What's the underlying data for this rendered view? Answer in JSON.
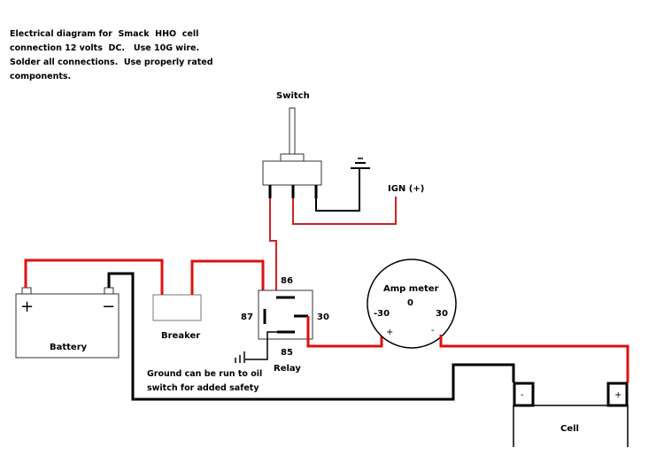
{
  "title_note": {
    "lines": [
      "Electrical diagram for  Smack  HHO  cell",
      "connection 12 volts  DC.   Use 10G wire.",
      "Solder all connections.  Use properly rated",
      "components."
    ]
  },
  "components": {
    "switch": {
      "label": "Switch"
    },
    "ign": {
      "label": "IGN (+)"
    },
    "battery": {
      "label": "Battery",
      "positive": "+",
      "negative": "−"
    },
    "breaker": {
      "label": "Breaker"
    },
    "relay": {
      "label": "Relay",
      "pins": {
        "p86": "86",
        "p87": "87",
        "p30": "30",
        "p85": "85"
      }
    },
    "amp_meter": {
      "label": "Amp meter",
      "zero": "0",
      "min": "-30",
      "max": "30",
      "plus": "+",
      "minus": "-"
    },
    "cell": {
      "label": "Cell",
      "negative": "-",
      "positive": "+"
    }
  },
  "ground_note": {
    "lines": [
      "Ground can be run to oil",
      "switch for added safety"
    ]
  },
  "colors": {
    "positive_wire": "#dd1111",
    "negative_wire": "#000000",
    "thin_wire": "#cc2222",
    "outline": "#333333",
    "breaker_outline": "#777777"
  }
}
